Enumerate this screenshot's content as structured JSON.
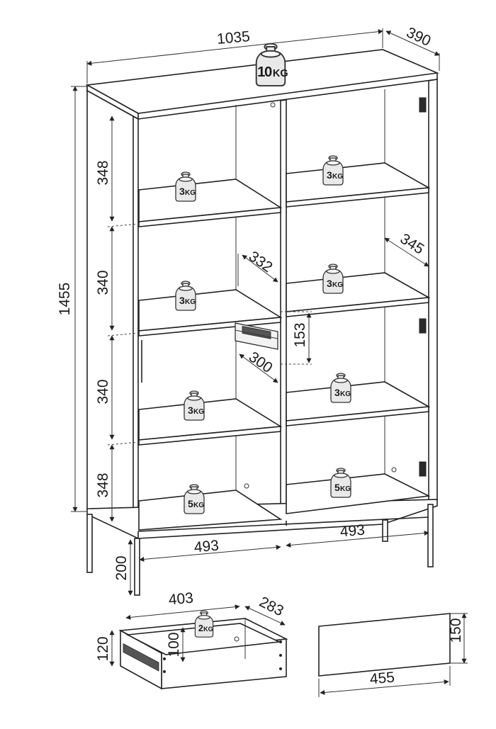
{
  "dimensions": {
    "overall_width": "1035",
    "overall_depth": "390",
    "overall_height": "1455",
    "left_heights": [
      "348",
      "340",
      "340",
      "348"
    ],
    "inner_depth_left": "332",
    "inner_depth_right": "345",
    "drawer_opening_height": "153",
    "drawer_opening_depth": "300",
    "compartment_width_left": "493",
    "compartment_width_right": "493",
    "leg_height": "200",
    "drawer_width": "403",
    "drawer_depth": "283",
    "drawer_outer_height": "120",
    "drawer_inner_height": "100",
    "panel_height": "150",
    "panel_width": "455"
  },
  "weights": {
    "top": {
      "num": "10",
      "unit": "KG"
    },
    "left_shelf_1": {
      "num": "3",
      "unit": "KG"
    },
    "right_shelf_1": {
      "num": "3",
      "unit": "KG"
    },
    "left_shelf_2": {
      "num": "3",
      "unit": "KG"
    },
    "right_shelf_2": {
      "num": "3",
      "unit": "KG"
    },
    "left_shelf_3": {
      "num": "3",
      "unit": "KG"
    },
    "right_shelf_3": {
      "num": "3",
      "unit": "KG"
    },
    "left_bottom": {
      "num": "5",
      "unit": "KG"
    },
    "right_bottom": {
      "num": "5",
      "unit": "KG"
    },
    "drawer": {
      "num": "2",
      "unit": "KG"
    }
  }
}
